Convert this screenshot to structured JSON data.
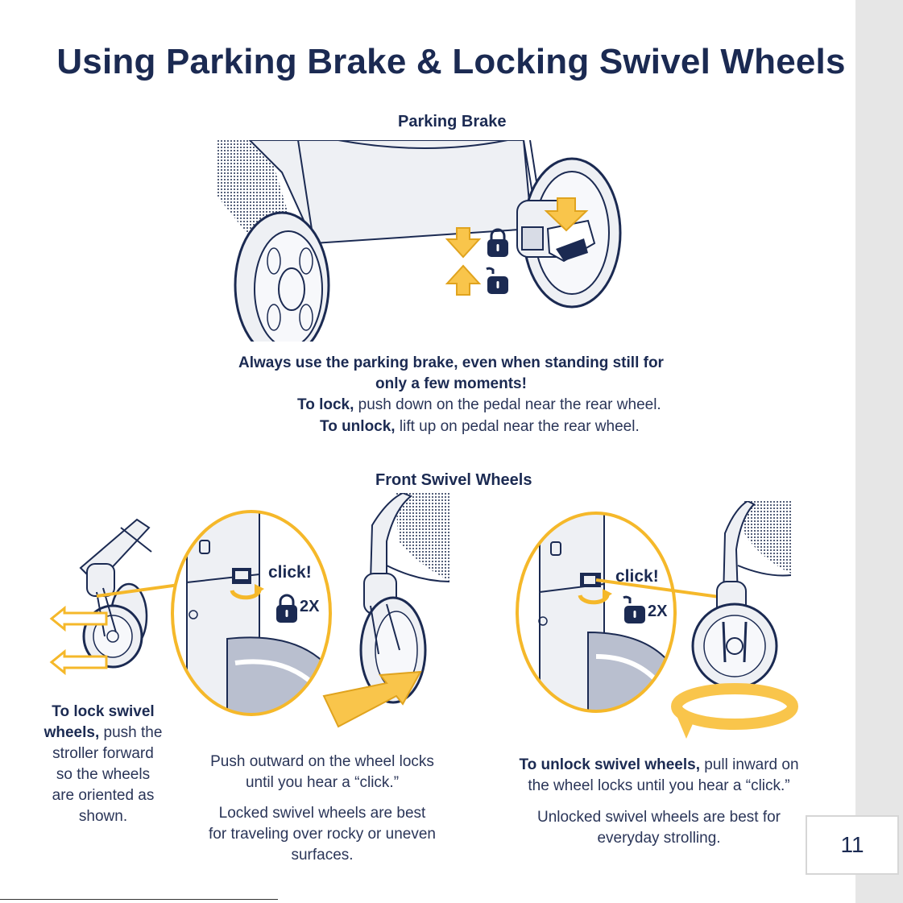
{
  "page": {
    "title": "Using Parking Brake & Locking Swivel Wheels",
    "page_number": "11"
  },
  "parking_brake": {
    "heading": "Parking Brake",
    "warning_line1": "Always use the parking brake, even when standing still for",
    "warning_line2": "only a few moments!",
    "lock_label": "To lock,",
    "lock_text": "push down on the pedal near the rear wheel.",
    "unlock_label": "To unlock,",
    "unlock_text": "lift up on pedal near the rear wheel."
  },
  "swivel": {
    "heading": "Front Swivel Wheels",
    "lock_label": "To lock swivel",
    "lock_label2": "wheels,",
    "lock_text1": "push the",
    "lock_text2": "stroller forward",
    "lock_text3": "so the wheels",
    "lock_text4": "are oriented as",
    "lock_text5": "shown.",
    "push_line1": "Push outward on the wheel locks",
    "push_line2": "until you hear a “click.”",
    "locked_line1": "Locked swivel wheels are best",
    "locked_line2": "for traveling over rocky or uneven",
    "locked_line3": "surfaces.",
    "unlock_label": "To unlock swivel wheels,",
    "unlock_text1": "pull inward on",
    "unlock_text2": "the wheel locks until you hear a “click.”",
    "unlocked_line1": "Unlocked swivel wheels are best for",
    "unlocked_line2": "everyday strolling.",
    "click_left": "click!",
    "click_right": "click!",
    "times_left": "2X",
    "times_right": "2X"
  },
  "colors": {
    "navy": "#1b2a52",
    "arrow_yellow": "#f9c54b",
    "circle_yellow": "#f5b82a",
    "frame_gray": "#eef0f4"
  },
  "icons": [
    "padlock-locked-icon",
    "padlock-unlocked-icon",
    "arrow-down-icon",
    "arrow-up-icon",
    "rotation-arrow-icon",
    "direction-arrow-icon"
  ]
}
